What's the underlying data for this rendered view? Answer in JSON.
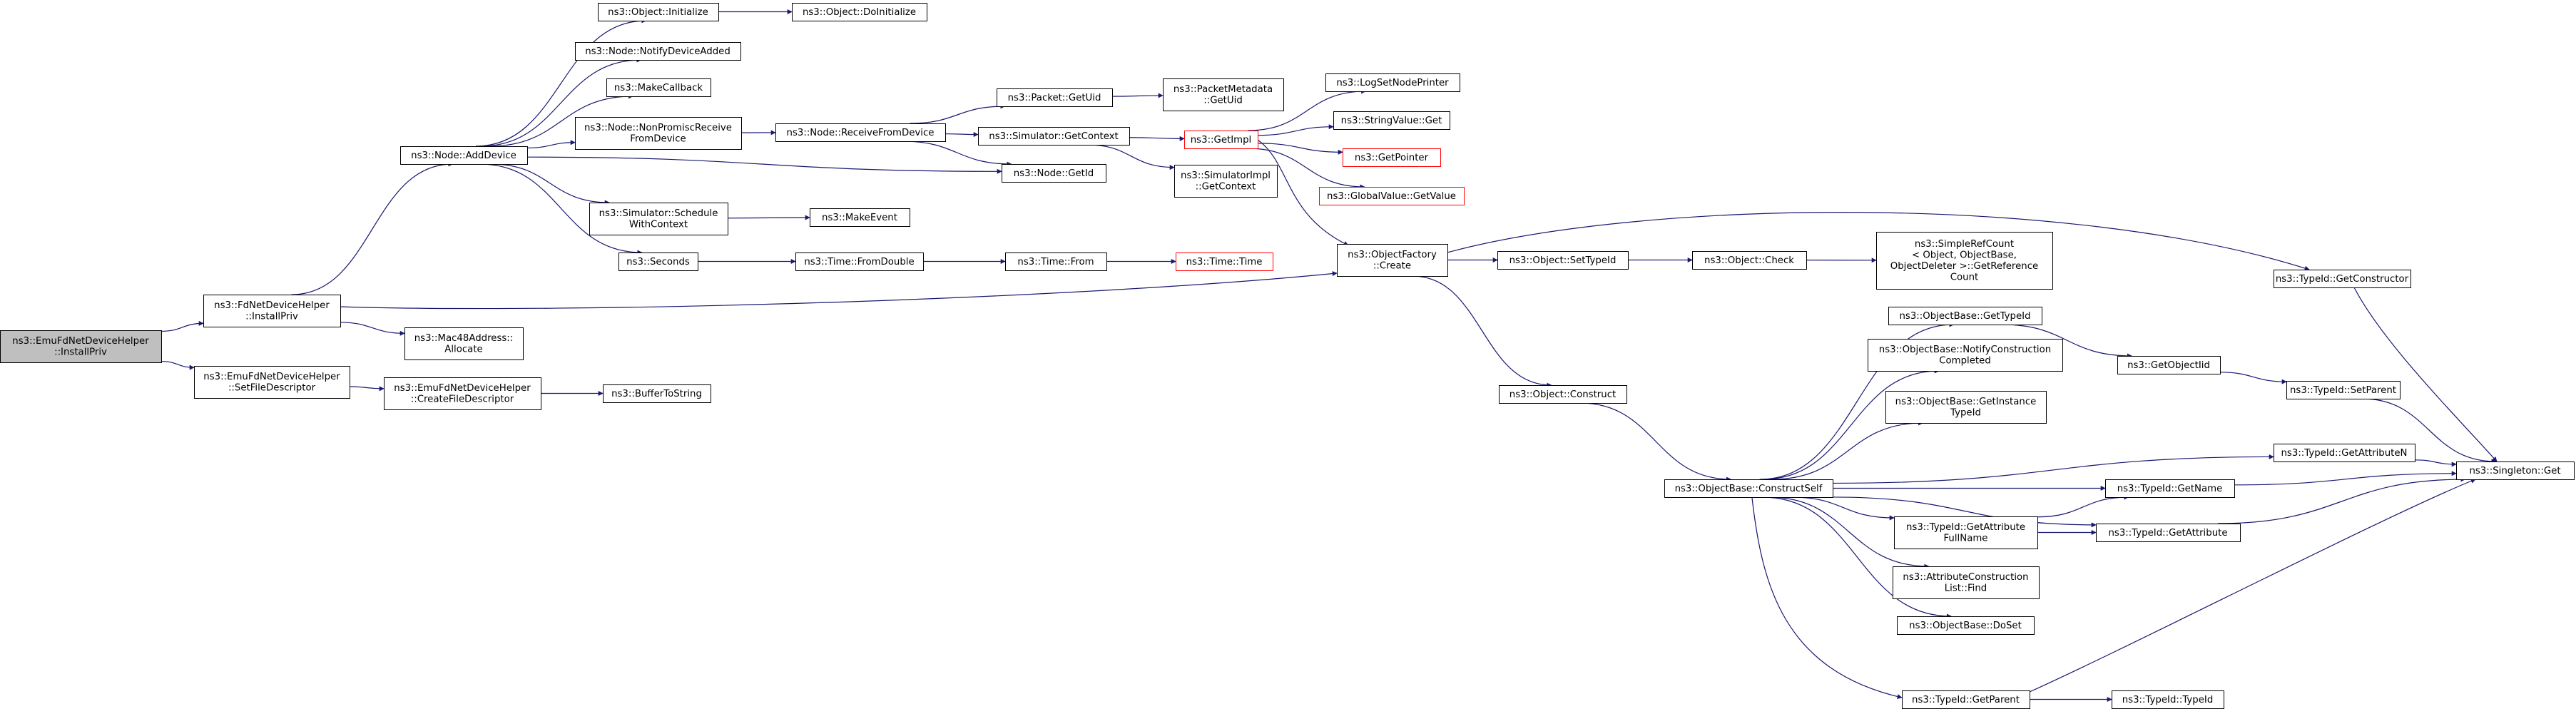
{
  "colors": {
    "background": "#ffffff",
    "node_border": "#000000",
    "node_border_missing": "#ff0000",
    "root_fill": "#bfbfbf",
    "edge": "#191970"
  },
  "nodes": [
    {
      "id": "root",
      "lines": [
        "ns3::EmuFdNetDeviceHelper",
        "::InstallPriv"
      ],
      "root": true
    },
    {
      "id": "fd_install",
      "lines": [
        "ns3::FdNetDeviceHelper",
        "::InstallPriv"
      ]
    },
    {
      "id": "emu_setfd",
      "lines": [
        "ns3::EmuFdNetDeviceHelper",
        "::SetFileDescriptor"
      ]
    },
    {
      "id": "node_add",
      "lines": [
        "ns3::Node::AddDevice"
      ]
    },
    {
      "id": "mac48",
      "lines": [
        "ns3::Mac48Address::",
        "Allocate"
      ]
    },
    {
      "id": "emu_create",
      "lines": [
        "ns3::EmuFdNetDeviceHelper",
        "::CreateFileDescriptor"
      ]
    },
    {
      "id": "buffertostring",
      "lines": [
        "ns3::BufferToString"
      ]
    },
    {
      "id": "obj_init",
      "lines": [
        "ns3::Object::Initialize"
      ]
    },
    {
      "id": "obj_doinit",
      "lines": [
        "ns3::Object::DoInitialize"
      ]
    },
    {
      "id": "notify",
      "lines": [
        "ns3::Node::NotifyDeviceAdded"
      ]
    },
    {
      "id": "makecb",
      "lines": [
        "ns3::MakeCallback"
      ]
    },
    {
      "id": "nonprom",
      "lines": [
        "ns3::Node::NonPromiscReceive",
        "FromDevice"
      ]
    },
    {
      "id": "sched",
      "lines": [
        "ns3::Simulator::Schedule",
        "WithContext"
      ]
    },
    {
      "id": "seconds",
      "lines": [
        "ns3::Seconds"
      ]
    },
    {
      "id": "makeevent",
      "lines": [
        "ns3::MakeEvent"
      ]
    },
    {
      "id": "fromdouble",
      "lines": [
        "ns3::Time::FromDouble"
      ]
    },
    {
      "id": "from",
      "lines": [
        "ns3::Time::From"
      ]
    },
    {
      "id": "time",
      "lines": [
        "ns3::Time::Time"
      ],
      "missing": true
    },
    {
      "id": "recv",
      "lines": [
        "ns3::Node::ReceiveFromDevice"
      ]
    },
    {
      "id": "getuid",
      "lines": [
        "ns3::Packet::GetUid"
      ]
    },
    {
      "id": "pmeta",
      "lines": [
        "ns3::PacketMetadata",
        "::GetUid"
      ]
    },
    {
      "id": "getctx",
      "lines": [
        "ns3::Simulator::GetContext"
      ]
    },
    {
      "id": "getid",
      "lines": [
        "ns3::Node::GetId"
      ]
    },
    {
      "id": "getimpl",
      "lines": [
        "ns3::GetImpl"
      ],
      "missing": true
    },
    {
      "id": "simimpl",
      "lines": [
        "ns3::SimulatorImpl",
        "::GetContext"
      ]
    },
    {
      "id": "logset",
      "lines": [
        "ns3::LogSetNodePrinter"
      ]
    },
    {
      "id": "strget",
      "lines": [
        "ns3::StringValue::Get"
      ]
    },
    {
      "id": "getptr",
      "lines": [
        "ns3::GetPointer"
      ],
      "missing": true
    },
    {
      "id": "globalget",
      "lines": [
        "ns3::GlobalValue::GetValue"
      ],
      "missing": true
    },
    {
      "id": "factory",
      "lines": [
        "ns3::ObjectFactory",
        "::Create"
      ]
    },
    {
      "id": "settypeid",
      "lines": [
        "ns3::Object::SetTypeId"
      ]
    },
    {
      "id": "check",
      "lines": [
        "ns3::Object::Check"
      ]
    },
    {
      "id": "refcount",
      "lines": [
        "ns3::SimpleRefCount",
        "< Object, ObjectBase,",
        "ObjectDeleter >::GetReference",
        "Count"
      ]
    },
    {
      "id": "getctor",
      "lines": [
        "ns3::TypeId::GetConstructor"
      ]
    },
    {
      "id": "construct",
      "lines": [
        "ns3::Object::Construct"
      ]
    },
    {
      "id": "cself",
      "lines": [
        "ns3::ObjectBase::ConstructSelf"
      ]
    },
    {
      "id": "ob_gettid",
      "lines": [
        "ns3::ObjectBase::GetTypeId"
      ]
    },
    {
      "id": "ob_notify",
      "lines": [
        "ns3::ObjectBase::NotifyConstruction",
        "Completed"
      ]
    },
    {
      "id": "ob_inst",
      "lines": [
        "ns3::ObjectBase::GetInstance",
        "TypeId"
      ]
    },
    {
      "id": "getobjid",
      "lines": [
        "ns3::GetObjectIid"
      ]
    },
    {
      "id": "setparent",
      "lines": [
        "ns3::TypeId::SetParent"
      ]
    },
    {
      "id": "getattrn",
      "lines": [
        "ns3::TypeId::GetAttributeN"
      ]
    },
    {
      "id": "singleton",
      "lines": [
        "ns3::Singleton::Get"
      ]
    },
    {
      "id": "getname",
      "lines": [
        "ns3::TypeId::GetName"
      ]
    },
    {
      "id": "attrfull",
      "lines": [
        "ns3::TypeId::GetAttribute",
        "FullName"
      ]
    },
    {
      "id": "getattr",
      "lines": [
        "ns3::TypeId::GetAttribute"
      ]
    },
    {
      "id": "attrfind",
      "lines": [
        "ns3::AttributeConstruction",
        "List::Find"
      ]
    },
    {
      "id": "doset",
      "lines": [
        "ns3::ObjectBase::DoSet"
      ]
    },
    {
      "id": "getparent",
      "lines": [
        "ns3::TypeId::GetParent"
      ]
    },
    {
      "id": "typeid",
      "lines": [
        "ns3::TypeId::TypeId"
      ]
    }
  ],
  "edges": [
    [
      "root",
      "fd_install"
    ],
    [
      "root",
      "emu_setfd"
    ],
    [
      "fd_install",
      "node_add"
    ],
    [
      "fd_install",
      "mac48"
    ],
    [
      "fd_install",
      "factory"
    ],
    [
      "emu_setfd",
      "emu_create"
    ],
    [
      "emu_create",
      "buffertostring"
    ],
    [
      "node_add",
      "obj_init"
    ],
    [
      "node_add",
      "notify"
    ],
    [
      "node_add",
      "makecb"
    ],
    [
      "node_add",
      "nonprom"
    ],
    [
      "node_add",
      "getid"
    ],
    [
      "node_add",
      "sched"
    ],
    [
      "node_add",
      "seconds"
    ],
    [
      "obj_init",
      "obj_doinit"
    ],
    [
      "nonprom",
      "recv"
    ],
    [
      "sched",
      "makeevent"
    ],
    [
      "seconds",
      "fromdouble"
    ],
    [
      "fromdouble",
      "from"
    ],
    [
      "from",
      "time"
    ],
    [
      "recv",
      "getuid"
    ],
    [
      "recv",
      "getctx"
    ],
    [
      "recv",
      "getid"
    ],
    [
      "getuid",
      "pmeta"
    ],
    [
      "getctx",
      "getimpl"
    ],
    [
      "getctx",
      "simimpl"
    ],
    [
      "getimpl",
      "logset"
    ],
    [
      "getimpl",
      "strget"
    ],
    [
      "getimpl",
      "getptr"
    ],
    [
      "getimpl",
      "globalget"
    ],
    [
      "getimpl",
      "factory"
    ],
    [
      "factory",
      "settypeid"
    ],
    [
      "factory",
      "getctor"
    ],
    [
      "factory",
      "construct"
    ],
    [
      "settypeid",
      "check"
    ],
    [
      "check",
      "refcount"
    ],
    [
      "getctor",
      "singleton"
    ],
    [
      "construct",
      "cself"
    ],
    [
      "cself",
      "ob_gettid"
    ],
    [
      "cself",
      "ob_notify"
    ],
    [
      "cself",
      "ob_inst"
    ],
    [
      "cself",
      "getattrn"
    ],
    [
      "cself",
      "getname"
    ],
    [
      "cself",
      "attrfull"
    ],
    [
      "cself",
      "attrfind"
    ],
    [
      "cself",
      "doset"
    ],
    [
      "cself",
      "getattr"
    ],
    [
      "cself",
      "getparent"
    ],
    [
      "ob_gettid",
      "getobjid"
    ],
    [
      "getobjid",
      "setparent"
    ],
    [
      "setparent",
      "singleton"
    ],
    [
      "getattrn",
      "singleton"
    ],
    [
      "getname",
      "singleton"
    ],
    [
      "attrfull",
      "getname"
    ],
    [
      "attrfull",
      "getattr"
    ],
    [
      "getattr",
      "singleton"
    ],
    [
      "getparent",
      "singleton"
    ],
    [
      "getparent",
      "typeid"
    ]
  ]
}
